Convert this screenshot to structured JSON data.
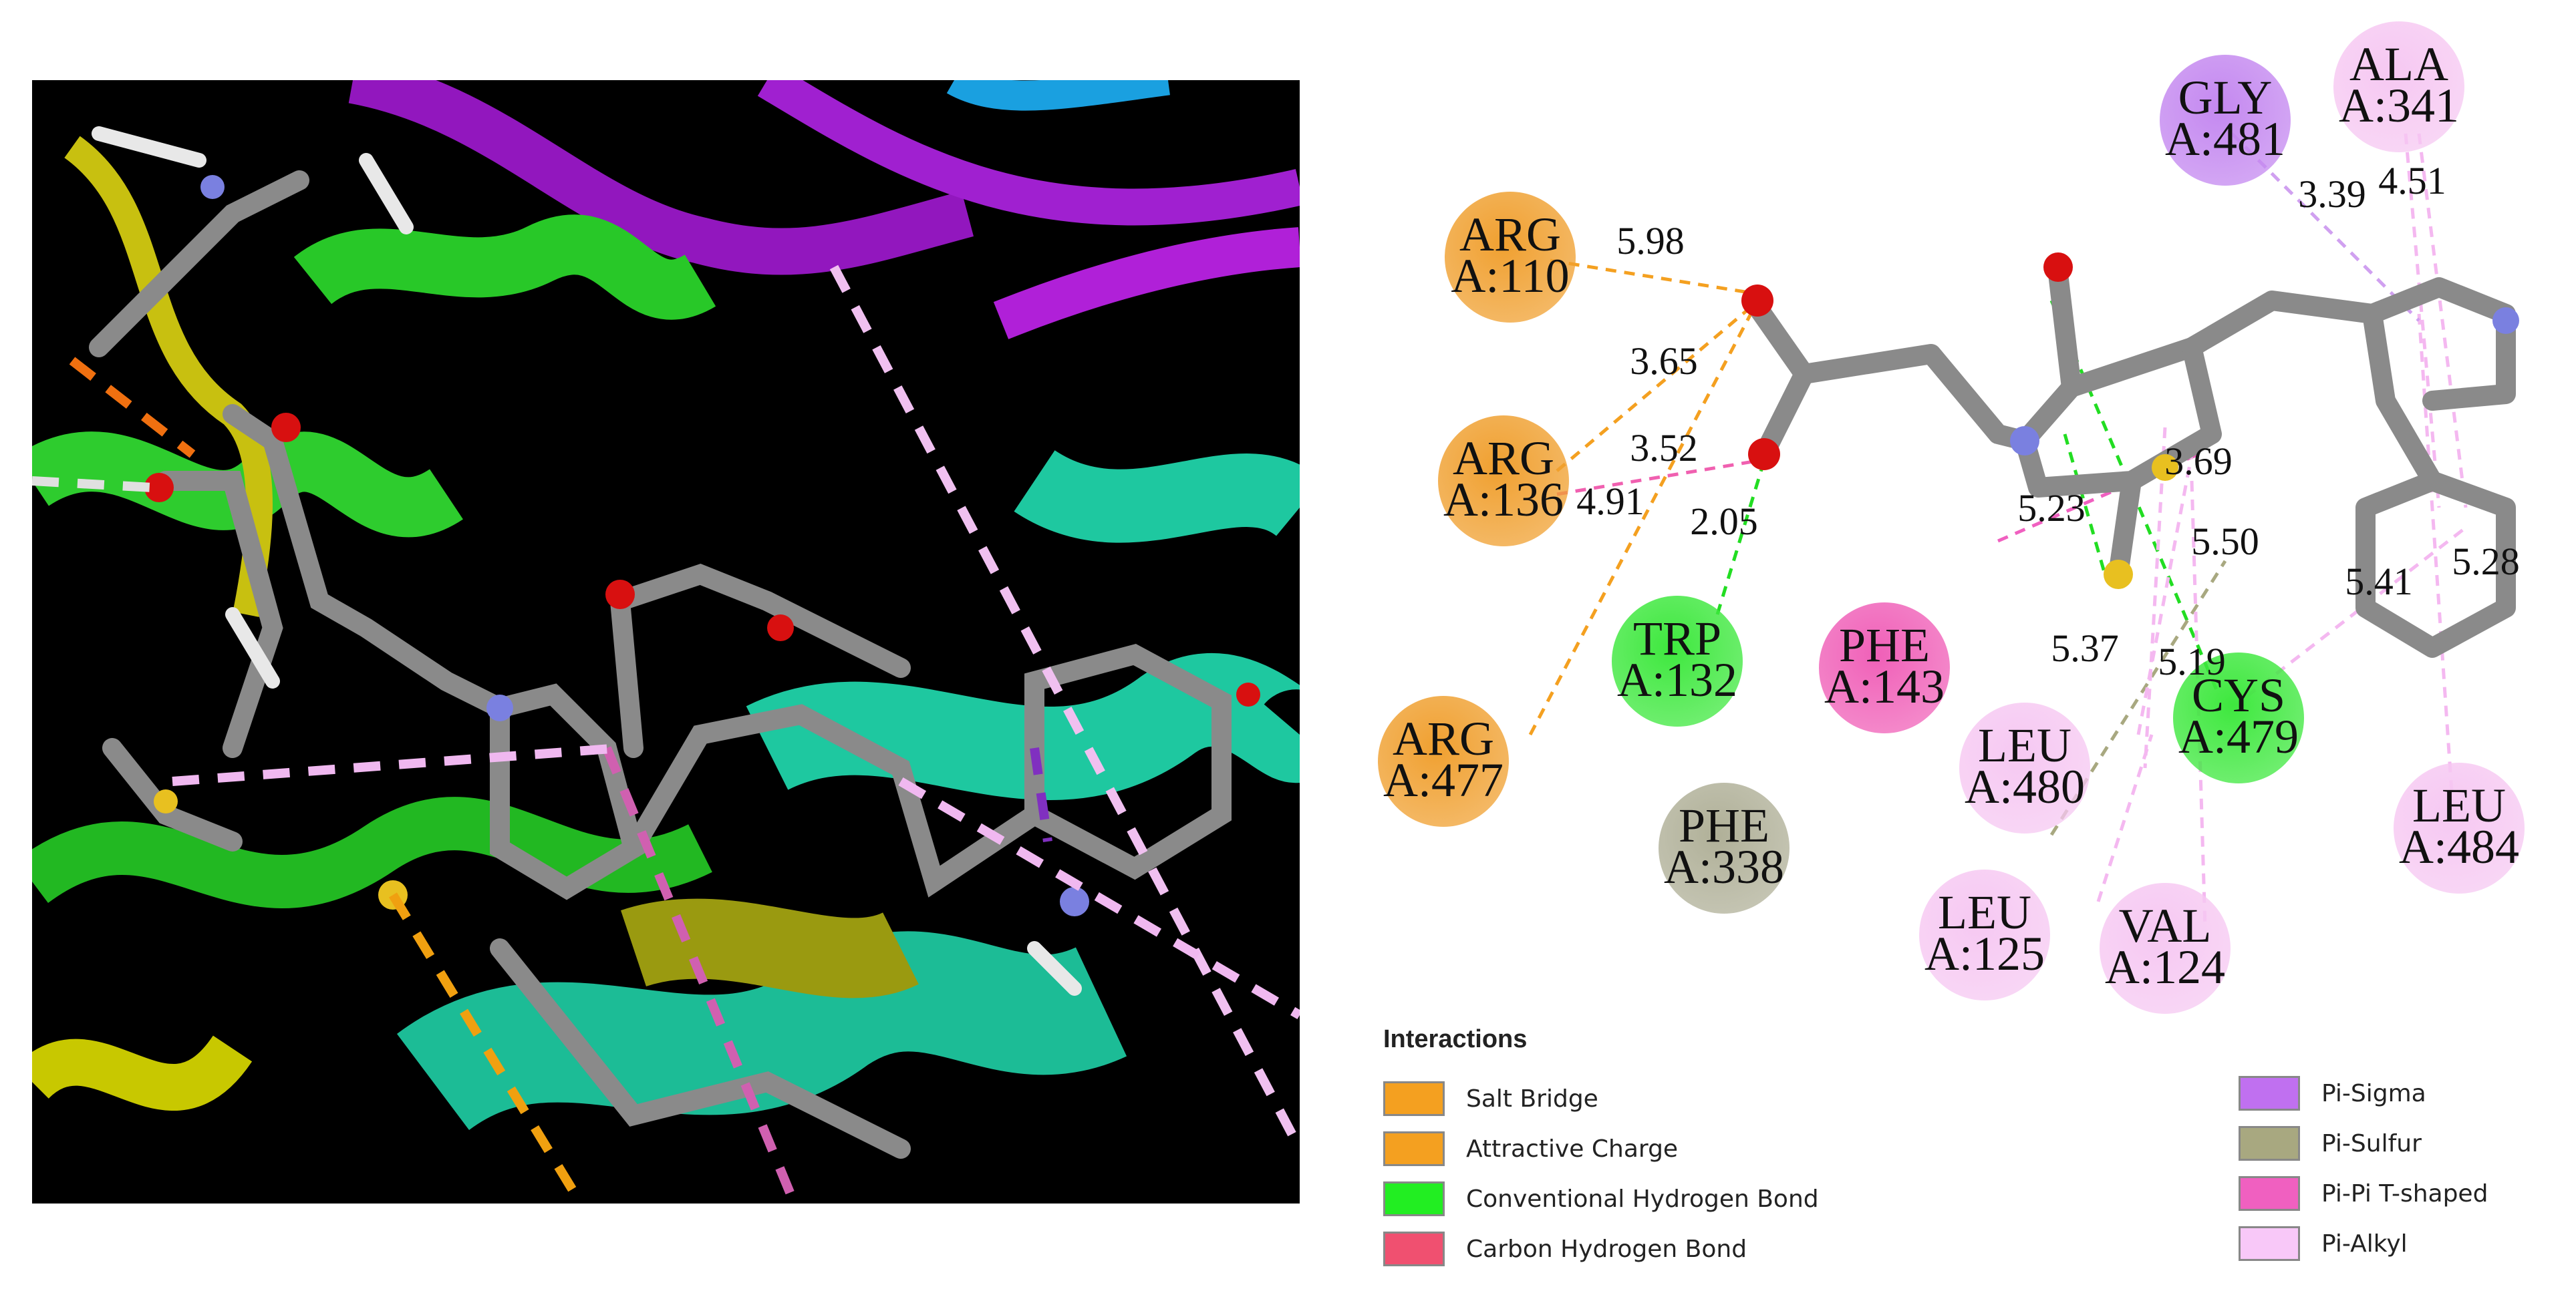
{
  "diagram": {
    "residues": [
      {
        "name": "ARG",
        "id": "A:110",
        "color": "#f0a030"
      },
      {
        "name": "ARG",
        "id": "A:136",
        "color": "#f0a030"
      },
      {
        "name": "ARG",
        "id": "A:477",
        "color": "#f0a030"
      },
      {
        "name": "TRP",
        "id": "A:132",
        "color": "#3ee83e"
      },
      {
        "name": "PHE",
        "id": "A:143",
        "color": "#f060b8"
      },
      {
        "name": "PHE",
        "id": "A:338",
        "color": "#b0b098"
      },
      {
        "name": "LEU",
        "id": "A:480",
        "color": "#f6c8f2"
      },
      {
        "name": "LEU",
        "id": "A:125",
        "color": "#f6c8f2"
      },
      {
        "name": "VAL",
        "id": "A:124",
        "color": "#f6c8f2"
      },
      {
        "name": "CYS",
        "id": "A:479",
        "color": "#3ee83e"
      },
      {
        "name": "LEU",
        "id": "A:484",
        "color": "#f6c8f2"
      },
      {
        "name": "GLY",
        "id": "A:481",
        "color": "#c488f0"
      },
      {
        "name": "ALA",
        "id": "A:341",
        "color": "#f6c8f2"
      }
    ],
    "distances": [
      "5.98",
      "3.65",
      "3.52",
      "4.91",
      "2.05",
      "5.23",
      "3.69",
      "5.50",
      "5.37",
      "5.19",
      "3.39",
      "4.51",
      "5.41",
      "5.28"
    ]
  },
  "legend": {
    "title": "Interactions",
    "items": [
      {
        "label": "Salt Bridge",
        "color": "#f4a020"
      },
      {
        "label": "Attractive Charge",
        "color": "#f4a020"
      },
      {
        "label": "Conventional Hydrogen Bond",
        "color": "#22ee22"
      },
      {
        "label": "Carbon Hydrogen Bond",
        "color": "#f05070"
      },
      {
        "label": "Pi-Sigma",
        "color": "#c070f0"
      },
      {
        "label": "Pi-Sulfur",
        "color": "#a8a880"
      },
      {
        "label": "Pi-Pi T-shaped",
        "color": "#f060c0"
      },
      {
        "label": "Pi-Alkyl",
        "color": "#f8c8f8"
      }
    ]
  }
}
